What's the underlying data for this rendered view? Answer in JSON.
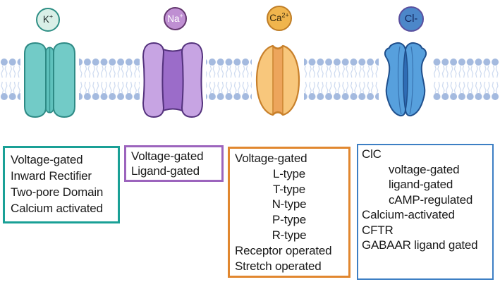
{
  "ions": {
    "potassium": {
      "symbol": "K",
      "superscript": "+"
    },
    "sodium": {
      "symbol": "Na",
      "superscript": "+"
    },
    "calcium": {
      "symbol": "Ca",
      "superscript": "2+"
    },
    "chloride": {
      "symbol": "Cl-",
      "superscript": ""
    }
  },
  "boxes": {
    "potassium": {
      "lines": [
        "Voltage-gated",
        "Inward Rectifier",
        "Two-pore Domain",
        "Calcium activated"
      ]
    },
    "sodium": {
      "lines": [
        "Voltage-gated",
        "Ligand-gated"
      ]
    },
    "calcium": {
      "lines": [
        "Voltage-gated",
        "L-type",
        "T-type",
        "N-type",
        "P-type",
        "R-type",
        "Receptor operated",
        "Stretch operated"
      ]
    },
    "chloride": {
      "lines": [
        "ClC",
        "voltage-gated",
        "ligand-gated",
        "cAMP-regulated",
        "Calcium-activated",
        "CFTR",
        "GABAAR ligand gated"
      ]
    }
  },
  "palette": {
    "text": "#1a1a1a",
    "teal_border": "#1aa096",
    "purple_border": "#9c64bd",
    "orange_border": "#e1872f",
    "blue_border": "#3d7fc4",
    "k_fill": "#72cbc7",
    "k_center": "#5fc1bc",
    "k_stroke": "#2e8a85",
    "na_fill": "#c7a4e3",
    "na_center": "#9b6cc9",
    "na_stroke": "#53317c",
    "ca_fill": "#f8c77c",
    "ca_center": "#eda55c",
    "ca_stroke": "#c8802b",
    "cl_fill": "#57a0dd",
    "cl_center": "#2f6cb4",
    "cl_stroke": "#1f4f8c",
    "ion_k_fill": "#d9efe7",
    "ion_k_stroke": "#2f8f85",
    "ion_k_text": "#1f2b2a",
    "ion_na_fill": "#bf8fd2",
    "ion_na_stroke": "#63366e",
    "ion_na_text": "#ffffff",
    "ion_ca_fill": "#f0b54d",
    "ion_ca_stroke": "#bf7d26",
    "ion_ca_text": "#33270d",
    "ion_cl_fill": "#4c87c9",
    "ion_cl_stroke": "#5a4f9e",
    "ion_cl_text": "#12255c",
    "membrane_head": "#a4badf",
    "membrane_tail": "#c9d7ee"
  }
}
